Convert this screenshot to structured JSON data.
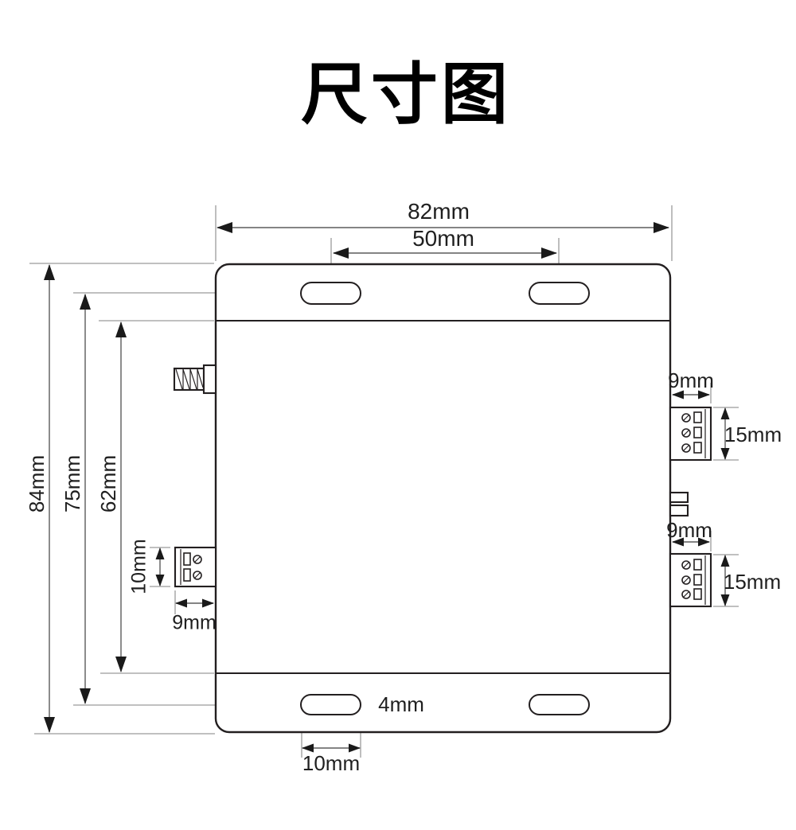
{
  "title": "尺寸图",
  "labels": {
    "overall_width": "82mm",
    "mounting_hole_spacing_horizontal": "50mm",
    "overall_height": "84mm",
    "mounting_hole_spacing_vertical": "75mm",
    "body_section_height": "62mm",
    "left_terminal_block_height": "10mm",
    "left_terminal_block_width": "9mm",
    "right_top_terminal_block_width": "9mm",
    "right_top_terminal_block_height": "15mm",
    "right_bottom_terminal_block_width": "9mm",
    "right_bottom_terminal_block_height": "15mm",
    "mounting_slot_height": "4mm",
    "mounting_slot_width": "10mm"
  },
  "colors": {
    "outline": "#231f20",
    "dimension_line": "#5b5b5b",
    "extension_line": "#9b9b9b",
    "arrowhead": "#1a1a1a",
    "text": "#1f1f1f",
    "background": "#ffffff"
  }
}
